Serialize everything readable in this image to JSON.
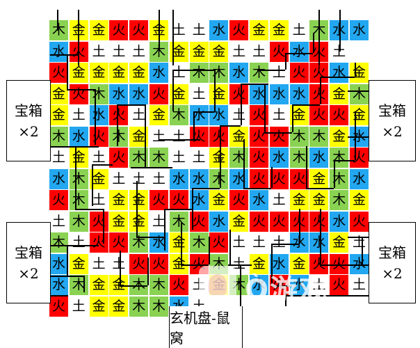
{
  "puzzle": {
    "grid": [
      [
        "木",
        "金",
        "金",
        "火",
        "火",
        "金",
        "土",
        "土",
        "水",
        "火",
        "金",
        "金",
        "土",
        "木",
        "水",
        "水"
      ],
      [
        "水",
        "火",
        "土",
        "土",
        "土",
        "木",
        "金",
        "金",
        "金",
        "土",
        "土",
        "火",
        "水",
        "火",
        "土",
        ""
      ],
      [
        "火",
        "金",
        "金",
        "金",
        "金",
        "水",
        "土",
        "木",
        "木",
        "水",
        "木",
        "土",
        "火",
        "火",
        "水",
        "金"
      ],
      [
        "金",
        "火",
        "木",
        "水",
        "水",
        "火",
        "金",
        "土",
        "金",
        "火",
        "水",
        "水",
        "水",
        "火",
        "金",
        "木"
      ],
      [
        "金",
        "土",
        "水",
        "火",
        "土",
        "金",
        "木",
        "水",
        "水",
        "土",
        "火",
        "土",
        "金",
        "火",
        "火",
        "金"
      ],
      [
        "木",
        "水",
        "火",
        "木",
        "金",
        "土",
        "土",
        "火",
        "火",
        "金",
        "火",
        "火",
        "木",
        "木",
        "金",
        "水"
      ],
      [
        "土",
        "金",
        "土",
        "火",
        "木",
        "木",
        "土",
        "土",
        "金",
        "木",
        "火",
        "水",
        "木",
        "水",
        "木",
        "火"
      ],
      [
        "水",
        "木",
        "金",
        "土",
        "土",
        "土",
        "水",
        "水",
        "木",
        "水",
        "火",
        "火",
        "火",
        "金",
        "木",
        "水"
      ],
      [
        "火",
        "木",
        "土",
        "金",
        "金",
        "火",
        "火",
        "水",
        "金",
        "火",
        "水",
        "土",
        "金",
        "金",
        "木",
        "金"
      ],
      [
        "土",
        "木",
        "火",
        "金",
        "金",
        "土",
        "木",
        "火",
        "水",
        "金",
        "火",
        "火",
        "火",
        "火",
        "水",
        "火"
      ],
      [
        "木",
        "土",
        "火",
        "火",
        "木",
        "水",
        "金",
        "木",
        "火",
        "土",
        "土",
        "土",
        "水",
        "水",
        "金",
        "土"
      ],
      [
        "水",
        "金",
        "土",
        "土",
        "火",
        "火",
        "金",
        "火",
        "木",
        "土",
        "金",
        "水",
        "金",
        "火",
        "火",
        "水"
      ],
      [
        "水",
        "木",
        "金",
        "金",
        "木",
        "木",
        "火",
        "土",
        "金",
        "木",
        "水",
        "火",
        "水",
        "土",
        "火",
        "土"
      ],
      [
        "火",
        "土",
        "金",
        "金",
        "木",
        "木",
        "水",
        "土",
        "",
        "",
        "",
        "",
        "",
        "",
        "",
        ""
      ]
    ],
    "colors": {
      "木": "#8ad252",
      "火": "#ff0000",
      "水": "#22a7f0",
      "金": "#ffff00",
      "土": "#ffffff"
    }
  },
  "chests": [
    {
      "label": "宝箱",
      "count": "×2"
    },
    {
      "label": "宝箱",
      "count": "×2"
    },
    {
      "label": "宝箱",
      "count": "×2"
    },
    {
      "label": "宝箱",
      "count": "×2"
    }
  ],
  "caption": "玄机盘-鼠窝",
  "watermark": "Ò游戏"
}
